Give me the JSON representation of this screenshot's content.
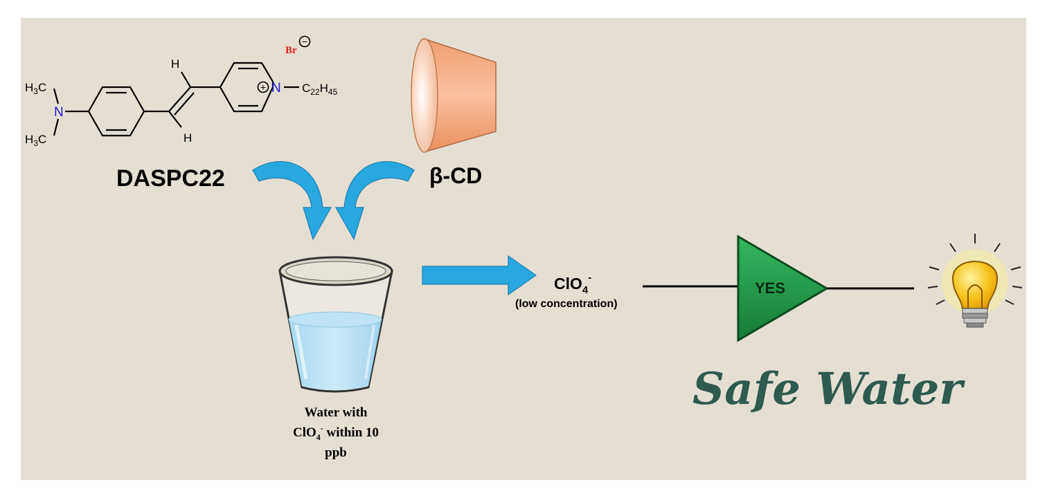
{
  "molecule": {
    "ch3_top": "H3C",
    "ch3_bottom": "H3C",
    "amine_n": "N",
    "vinyl_h_top": "H",
    "vinyl_h_bottom": "H",
    "pyridinium_n": "N",
    "plus_charge": "+",
    "alkyl_chain": "C22H45",
    "counterion": "Br",
    "minus_charge": "−",
    "name": "DASPC22"
  },
  "cyclodextrin": {
    "name": "β-CD"
  },
  "glass": {
    "caption_line1": "Water with",
    "caption_line2_prefix": "ClO",
    "caption_line2_sub": "4",
    "caption_line2_sup": "-",
    "caption_line2_suffix": " within 10",
    "caption_line3": "ppb"
  },
  "analyte": {
    "formula": "ClO",
    "subscript": "4",
    "superscript": "-",
    "note": "(low concentration)"
  },
  "logic_gate": {
    "label": "YES"
  },
  "output": {
    "result": "Safe Water"
  },
  "colors": {
    "background": "#e5ded3",
    "arrow": "#29a8df",
    "gate": "#1f9a4a",
    "nitrogen": "#1a1adb",
    "bromine": "#e02020",
    "cone": "#f5a47a",
    "bulb": "#f7c21c",
    "safe_water_text": "#2f5a50"
  }
}
